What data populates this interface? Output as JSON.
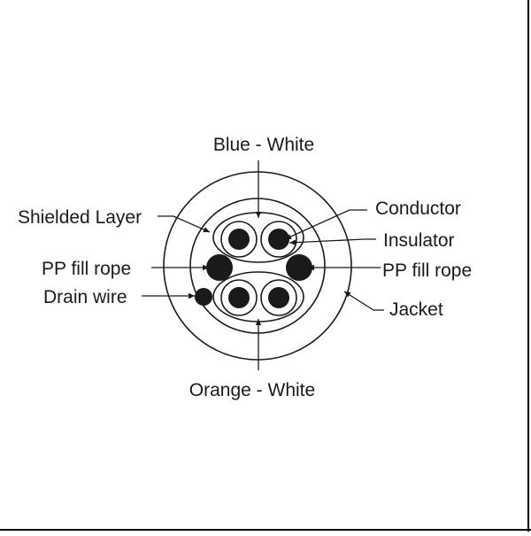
{
  "labels": {
    "blue_white": "Blue - White",
    "conductor": "Conductor",
    "shielded_layer": "Shielded Layer",
    "insulator": "Insulator",
    "pp_fill_rope_left": "PP fill rope",
    "pp_fill_rope_right": "PP fill rope",
    "drain_wire": "Drain wire",
    "jacket": "Jacket",
    "orange_white": "Orange - White"
  },
  "colors": {
    "line": "#1a1a1a",
    "background": "#ffffff",
    "page_border": "#000000"
  }
}
